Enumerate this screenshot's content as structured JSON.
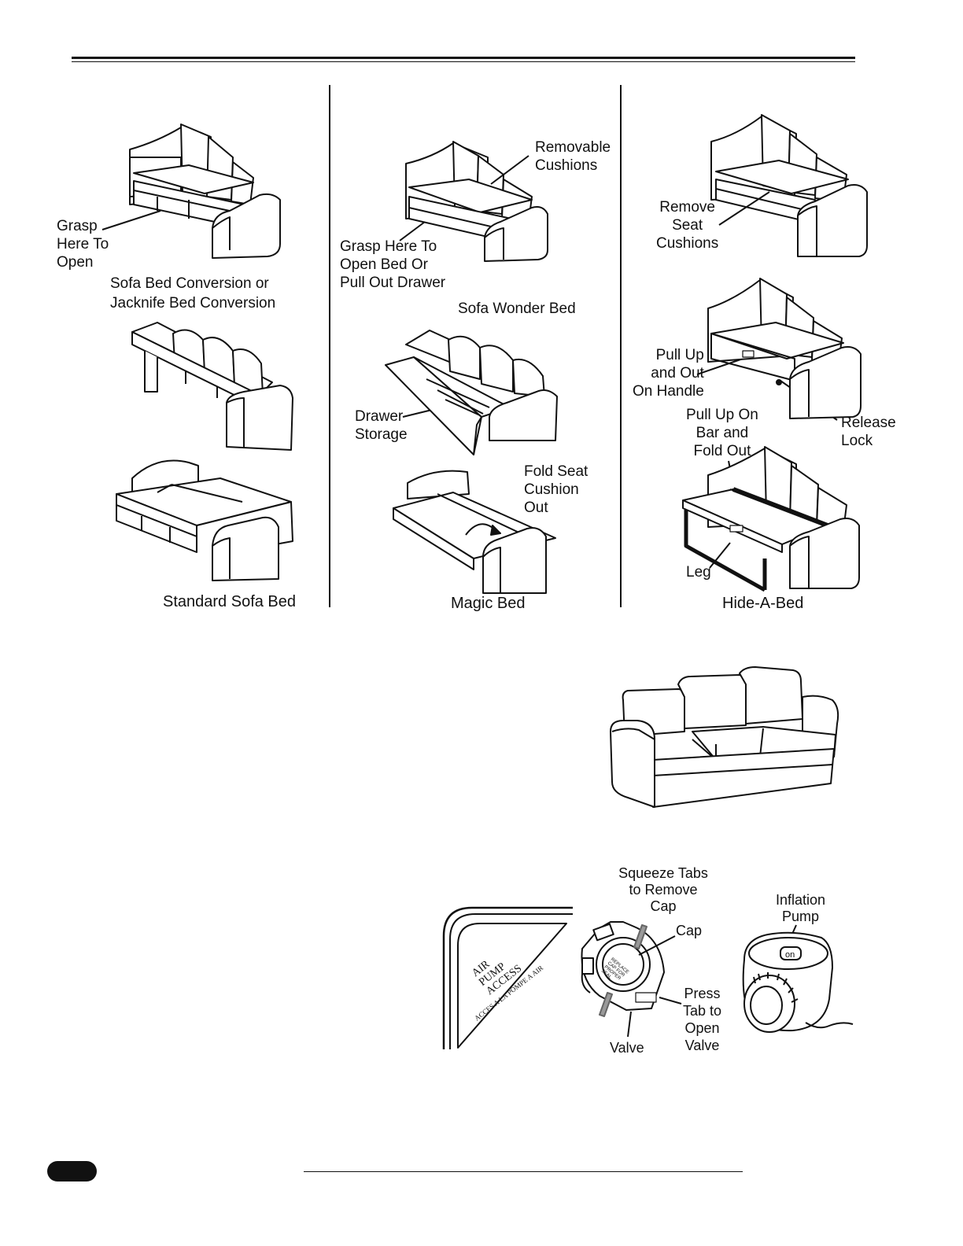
{
  "panels": {
    "sofa_bed": {
      "grasp_label": "Grasp\nHere To\nOpen",
      "conversion_caption": "Sofa Bed Conversion or\nJacknife Bed Conversion",
      "caption": "Standard Sofa Bed"
    },
    "magic_bed": {
      "removable_label": "Removable\nCushions",
      "grasp_label": "Grasp Here To\nOpen Bed Or\nPull Out Drawer",
      "wonder_caption": "Sofa Wonder Bed",
      "drawer_label": "Drawer\nStorage",
      "fold_label": "Fold Seat\nCushion\nOut",
      "caption": "Magic Bed"
    },
    "hide_a_bed": {
      "remove_label": "Remove\nSeat\nCushions",
      "pull_handle_label": "Pull Up\nand Out\nOn Handle",
      "pull_bar_label": "Pull Up On\nBar and\nFold Out",
      "release_label": "Release\nLock",
      "leg_label": "Leg",
      "caption": "Hide-A-Bed"
    }
  },
  "air_pump": {
    "corner_text": "AIR\nPUMP\nACCESS",
    "corner_text_fr": "ACCES A LA POMPE A AIR",
    "squeeze_label": "Squeeze Tabs\nto Remove\nCap",
    "cap_label": "Cap",
    "cap_text": "REPLACE\nCAP FOR\nPROPER\nSEAL",
    "press_label": "Press\nTab to\nOpen\nValve",
    "valve_label": "Valve",
    "pump_label": "Inflation\nPump",
    "pump_button": "on"
  }
}
